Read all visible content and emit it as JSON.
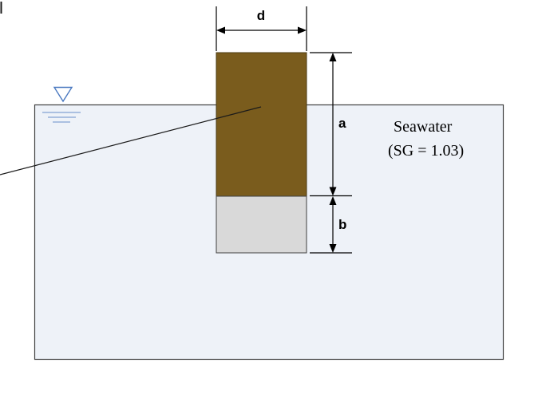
{
  "labels": {
    "width": "d",
    "depth_above": "a",
    "depth_below": "b"
  },
  "annotations": {
    "fluid_name": "Seawater",
    "fluid_property": "(SG = 1.03)"
  },
  "colors": {
    "block_upper": "#7a5c1d",
    "block_lower": "#d9d9d9",
    "tank_fill": "#eef2f8",
    "tank_stroke": "#404040",
    "line": "#1a1a1a",
    "water_symbol": "#4a79c0"
  }
}
